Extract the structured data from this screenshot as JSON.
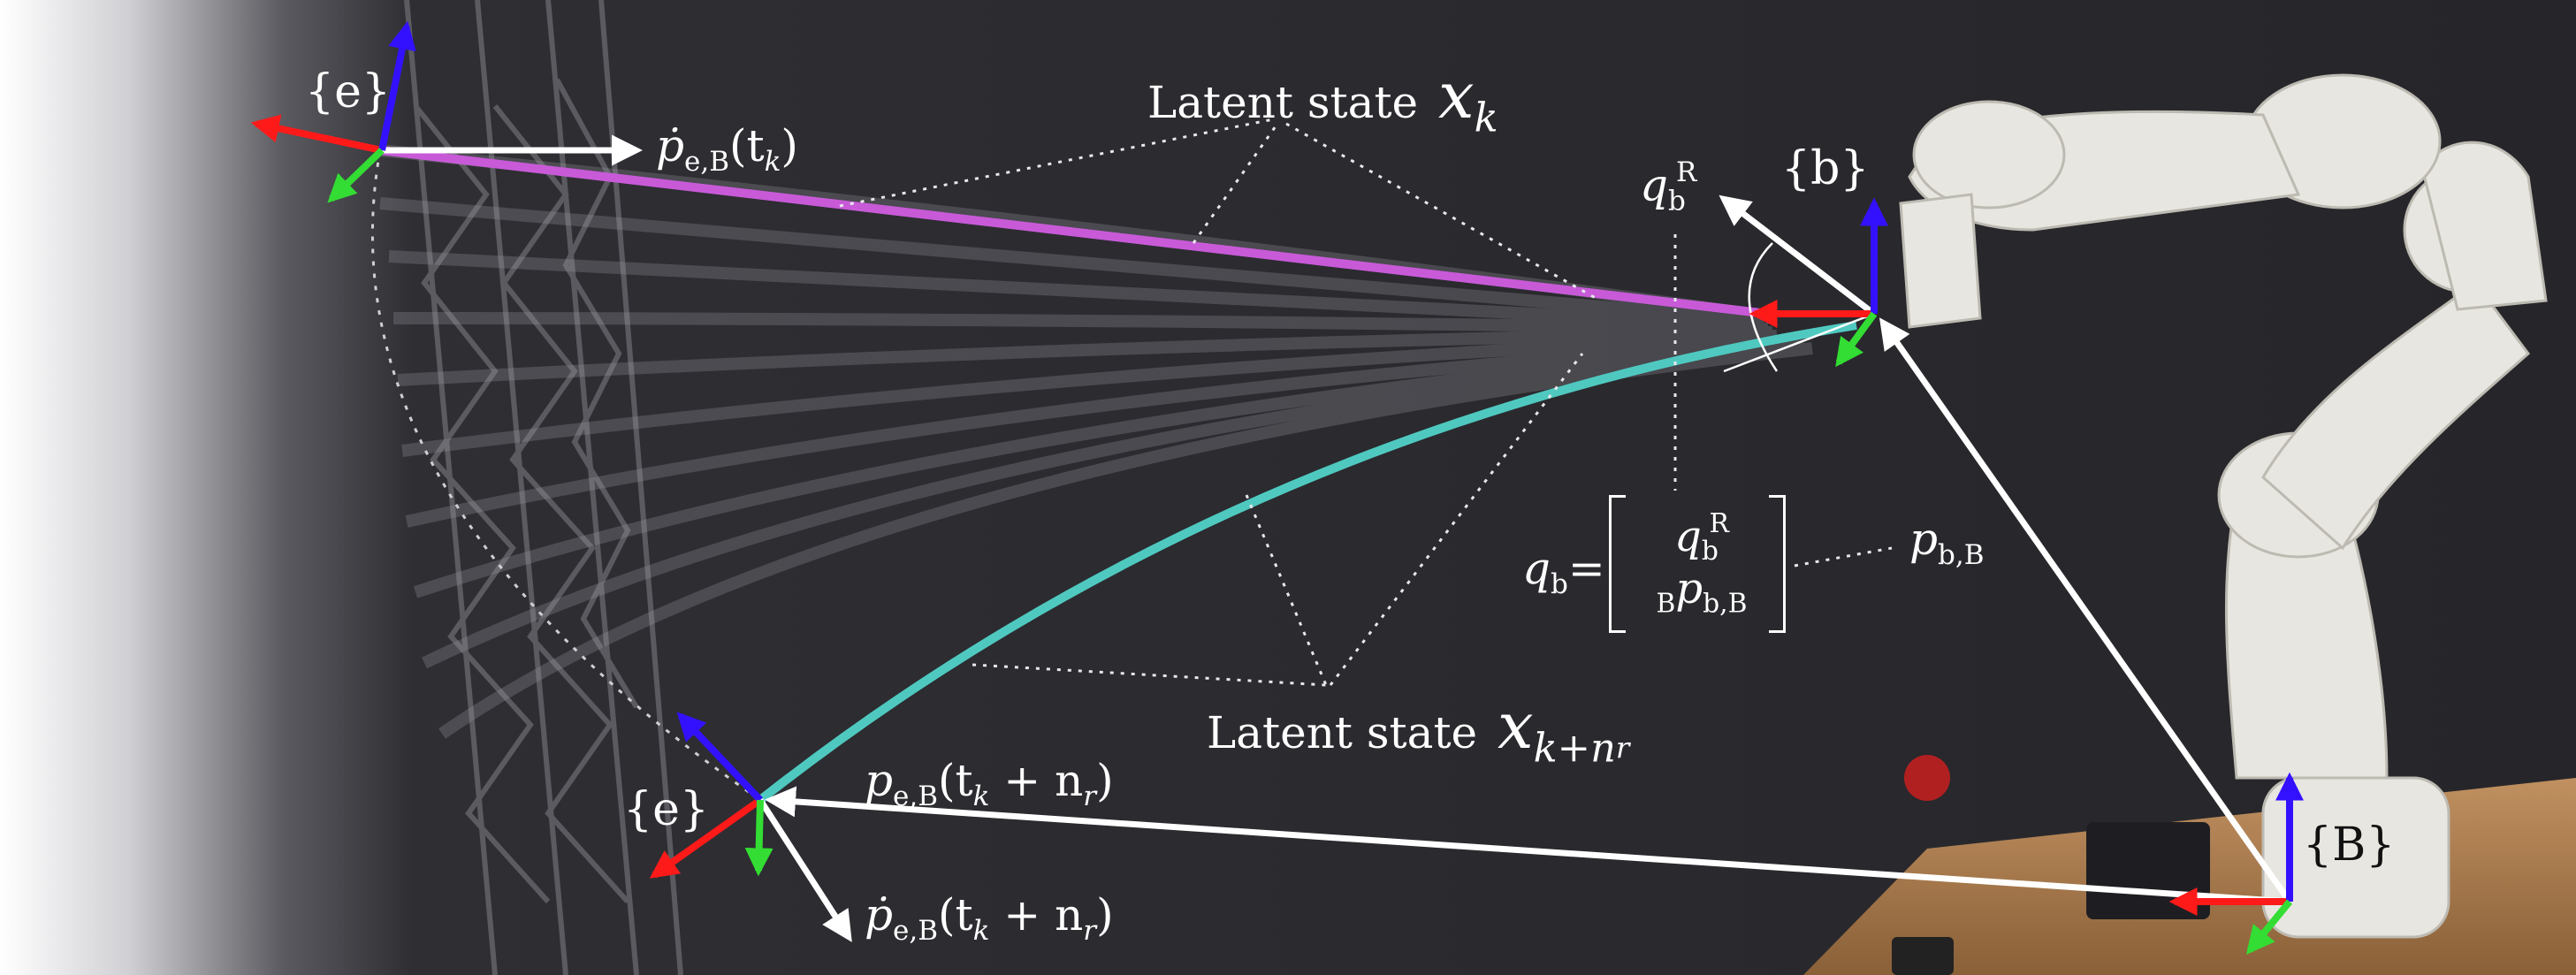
{
  "labels": {
    "frame_e_top": "{e}",
    "frame_e_bottom": "{e}",
    "frame_b": "{b}",
    "frame_B": "{B}",
    "latent_top_text": "Latent state",
    "latent_top_var": "x",
    "latent_top_sub": "k",
    "latent_bottom_text": "Latent state",
    "latent_bottom_var": "x",
    "latent_bottom_sub": "k+n",
    "latent_bottom_subsub": "r",
    "pdot_top": "ṗ",
    "pdot_top_sub": "e,B",
    "pdot_top_arg": "(t",
    "pdot_top_arg_sub": "k",
    "pdot_top_close": ")",
    "p_bottom": "p",
    "p_bottom_sub": "e,B",
    "p_bottom_arg": "(t",
    "p_bottom_arg_sub": "k",
    "p_bottom_plus": " + n",
    "p_bottom_plus_sub": "r",
    "p_bottom_close": ")",
    "pdot_bottom": "ṗ",
    "pdot_bottom_sub": "e,B",
    "pdot_bottom_arg": "(t",
    "pdot_bottom_arg_sub": "k",
    "pdot_bottom_plus": " + n",
    "pdot_bottom_plus_sub": "r",
    "pdot_bottom_close": ")",
    "q_bR": "q",
    "q_bR_sub": "b",
    "q_bR_sup": "R",
    "q_b_lhs": "q",
    "q_b_lhs_sub": "b",
    "q_b_eq": "=",
    "matrix_row1": "q",
    "matrix_row1_sub": "b",
    "matrix_row1_sup": "R",
    "matrix_row2_pre": "B",
    "matrix_row2": "p",
    "matrix_row2_sub": "b,B",
    "p_bB": "p",
    "p_bB_sub": "b,B"
  },
  "colors": {
    "axis_x": "#ff1a1a",
    "axis_y": "#33dd33",
    "axis_z": "#3311ff",
    "rope_top": "#c85ad8",
    "rope_bottom": "#4fc9c0",
    "arrow": "#ffffff"
  }
}
